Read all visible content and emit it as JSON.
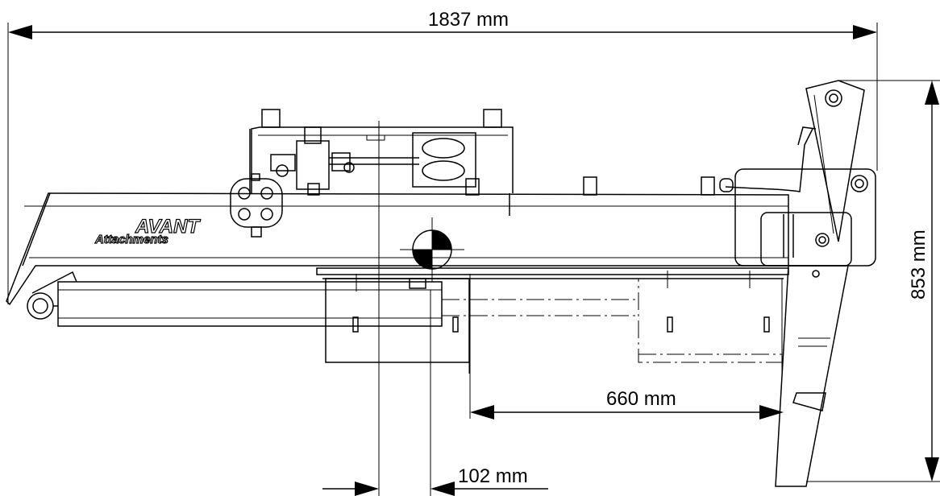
{
  "dimensions": {
    "overall_length": "1837 mm",
    "height": "853 mm",
    "side_shift": "660 mm",
    "center_offset": "102 mm"
  },
  "logo": {
    "brand": "AVANT",
    "line2": "Attachments"
  },
  "colors": {
    "line": "#000000",
    "background": "#ffffff"
  }
}
